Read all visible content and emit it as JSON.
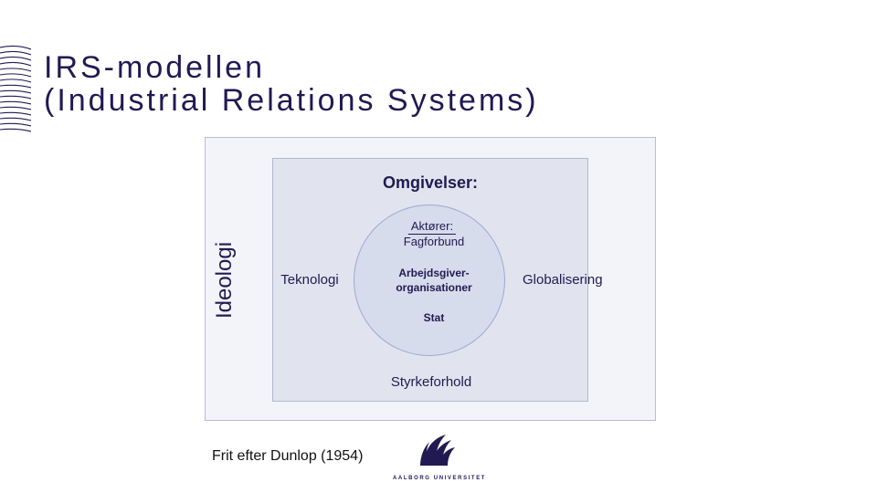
{
  "title": {
    "line1": "IRS-modellen",
    "line2": "(Industrial Relations Systems)"
  },
  "diagram": {
    "side_label": "Ideologi",
    "environment_label": "Omgivelser:",
    "actors_heading": "Aktører:",
    "actors": {
      "union": "Fagforbund",
      "employers_line1": "Arbejdsgiver-",
      "employers_line2": "organisationer",
      "state": "Stat"
    },
    "left_label": "Teknologi",
    "bottom_label": "Styrkeforhold",
    "right_label": "Globalisering"
  },
  "credit": "Frit efter Dunlop (1954)",
  "logo": {
    "text": "AALBORG UNIVERSITET"
  },
  "icons": {
    "corner": "striped-wave-icon",
    "logo": "aau-logo-icon"
  },
  "colors": {
    "text": "#211a52",
    "outer_box": "#f3f4f9",
    "inner_box": "#e1e4ee",
    "circle": "#d6dcec"
  }
}
